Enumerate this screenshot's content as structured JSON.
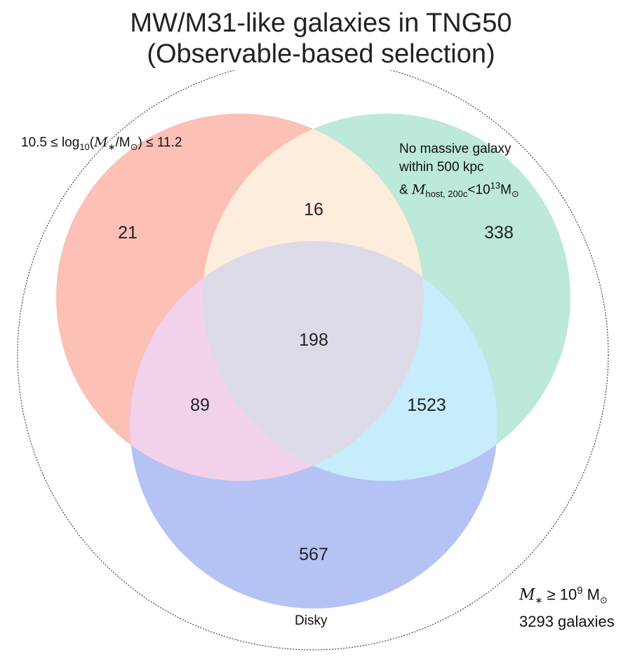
{
  "title": {
    "line1": "MW/M31-like galaxies in TNG50",
    "line2": "(Observable-based selection)"
  },
  "sets": {
    "mass_cut": {
      "label_pre": "10.5 ≤ log",
      "label_sub": "10",
      "label_mid": "(",
      "label_m": "M",
      "label_star": "∗",
      "label_tail": "/M",
      "label_sun": "⊙",
      "label_end": ") ≤ 11.2",
      "color": "#fa8c7a"
    },
    "environment": {
      "line1": "No massive galaxy",
      "line2": "within 500 kpc",
      "line3_amp": "& ",
      "line3_m": "M",
      "line3_sub": "host, 200c",
      "line3_lt": "<10",
      "line3_exp": "13",
      "line3_unit": "M",
      "line3_sun": "⊙",
      "color": "#85d7b9"
    },
    "disky": {
      "label": "Disky",
      "color": "#7991eb"
    },
    "parent": {
      "line1_m": "M",
      "line1_star": "∗",
      "line1_geq": " ≥ 10",
      "line1_exp": "9",
      "line1_unit": " M",
      "line1_sun": "⊙",
      "line2": "3293 galaxies"
    }
  },
  "regions": {
    "mass_only": "21",
    "env_only": "338",
    "disky_only": "567",
    "mass_env": "16",
    "mass_disky": "89",
    "env_disky": "1523",
    "all_three": "198"
  },
  "region_colors": {
    "mass_env": "#feecdd",
    "mass_disky": "#f2d2ea",
    "env_disky": "#c7ecfb",
    "all_three": "#dcdae6"
  }
}
